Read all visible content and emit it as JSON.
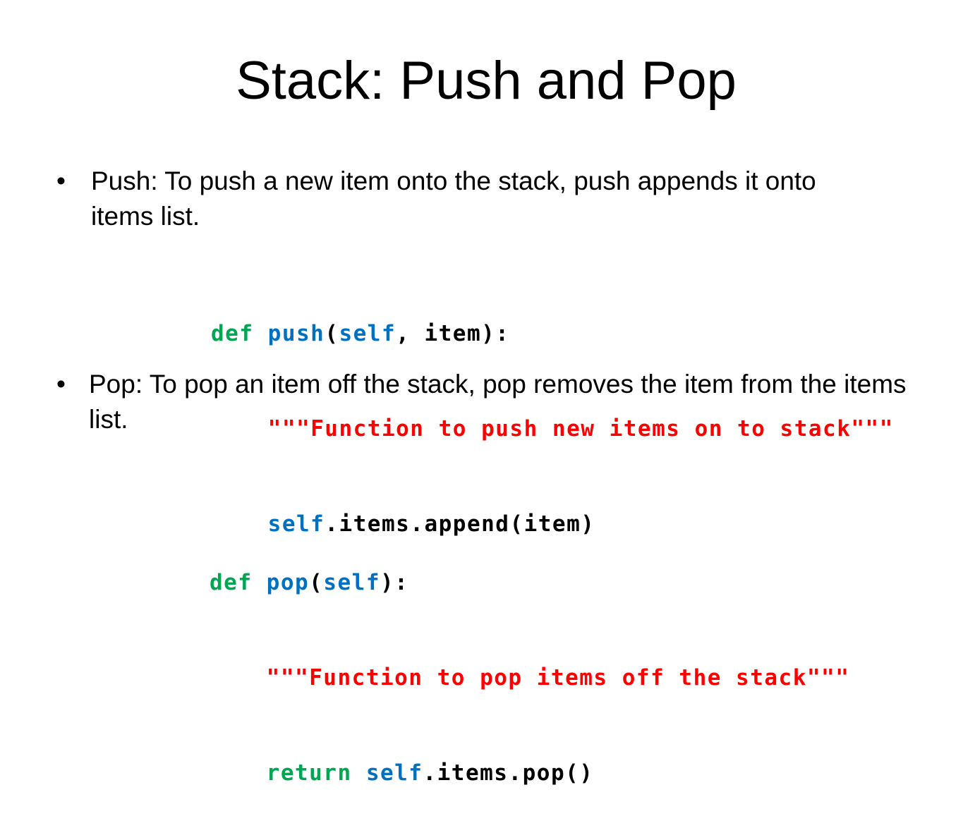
{
  "slide": {
    "title": "Stack: Push and Pop",
    "bullets": [
      {
        "marker": "•",
        "text": "Push: To push a new item onto the stack, push appends it onto items list."
      },
      {
        "marker": "•",
        "text": "Pop: To pop an item off the stack, pop removes the item from the items list."
      }
    ]
  },
  "code_push": {
    "line1": {
      "def": "def ",
      "fname": "push",
      "open": "(",
      "self": "self",
      "rest": ", item):"
    },
    "line2": {
      "indent": "    ",
      "doc": "\"\"\"Function to push new items on to stack\"\"\""
    },
    "line3": {
      "indent": "    ",
      "self": "self",
      "rest": ".items.append(item)"
    }
  },
  "code_pop": {
    "line1": {
      "def": "def ",
      "fname": "pop",
      "open": "(",
      "self": "self",
      "rest": "):"
    },
    "line2": {
      "indent": "    ",
      "doc": "\"\"\"Function to pop items off the stack\"\"\""
    },
    "line3": {
      "indent": "    ",
      "ret": "return ",
      "self": "self",
      "rest": ".items.pop()"
    }
  },
  "colors": {
    "keyword": "#00a651",
    "identifier": "#0070c0",
    "docstring": "#ff0000",
    "text": "#000000"
  }
}
